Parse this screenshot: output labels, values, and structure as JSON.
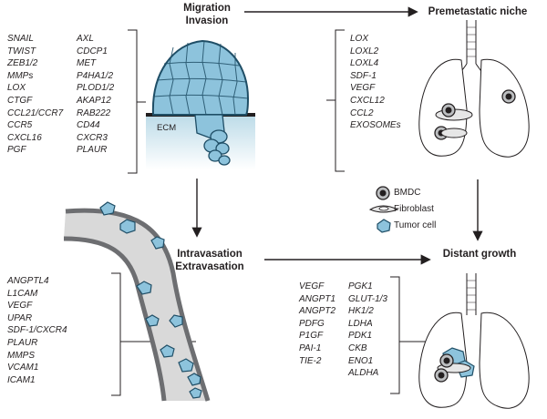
{
  "titles": {
    "migration": "Migration",
    "invasion": "Invasion",
    "premetastatic": "Premetastatic niche",
    "intravasation": "Intravasation",
    "extravasation": "Extravasation",
    "distant_growth": "Distant growth"
  },
  "ecm_label": "ECM",
  "legend": [
    {
      "label": "BMDC",
      "icon": "bmdc-icon"
    },
    {
      "label": "Fibroblast",
      "icon": "fibroblast-icon"
    },
    {
      "label": "Tumor cell",
      "icon": "tumor-cell-icon"
    }
  ],
  "migration_genes": {
    "col1": [
      "SNAIL",
      "TWIST",
      "ZEB1/2",
      "MMPs",
      "LOX",
      "CTGF",
      "CCL21/CCR7",
      "CCR5",
      "CXCL16",
      "PGF"
    ],
    "col2": [
      "AXL",
      "CDCP1",
      "MET",
      "P4HA1/2",
      "PLOD1/2",
      "AKAP12",
      "RAB222",
      "CD44",
      "CXCR3",
      "PLAUR"
    ]
  },
  "premetastatic_genes": [
    "LOX",
    "LOXL2",
    "LOXL4",
    "SDF-1",
    "VEGF",
    "CXCL12",
    "CCL2",
    "EXOSOMEs"
  ],
  "intravasation_genes": [
    "ANGPTL4",
    "L1CAM",
    "VEGF",
    "UPAR",
    "SDF-1/CXCR4",
    "PLAUR",
    "MMPS",
    "VCAM1",
    "ICAM1"
  ],
  "distant_genes": {
    "col1": [
      "VEGF",
      "ANGPT1",
      "ANGPT2",
      "PDFG",
      "P1GF",
      "PAI-1",
      "TIE-2"
    ],
    "col2": [
      "PGK1",
      "GLUT-1/3",
      "HK1/2",
      "LDHA",
      "PDK1",
      "CKB",
      "ENO1",
      "ALDHA"
    ]
  },
  "colors": {
    "tumor_fill": "#8dc3dc",
    "tumor_stroke": "#1f4e66",
    "ecm_fill": "#cfe6ef",
    "vessel_fill": "#d9d9d9",
    "vessel_edge": "#6d6e71",
    "text": "#231f20"
  }
}
